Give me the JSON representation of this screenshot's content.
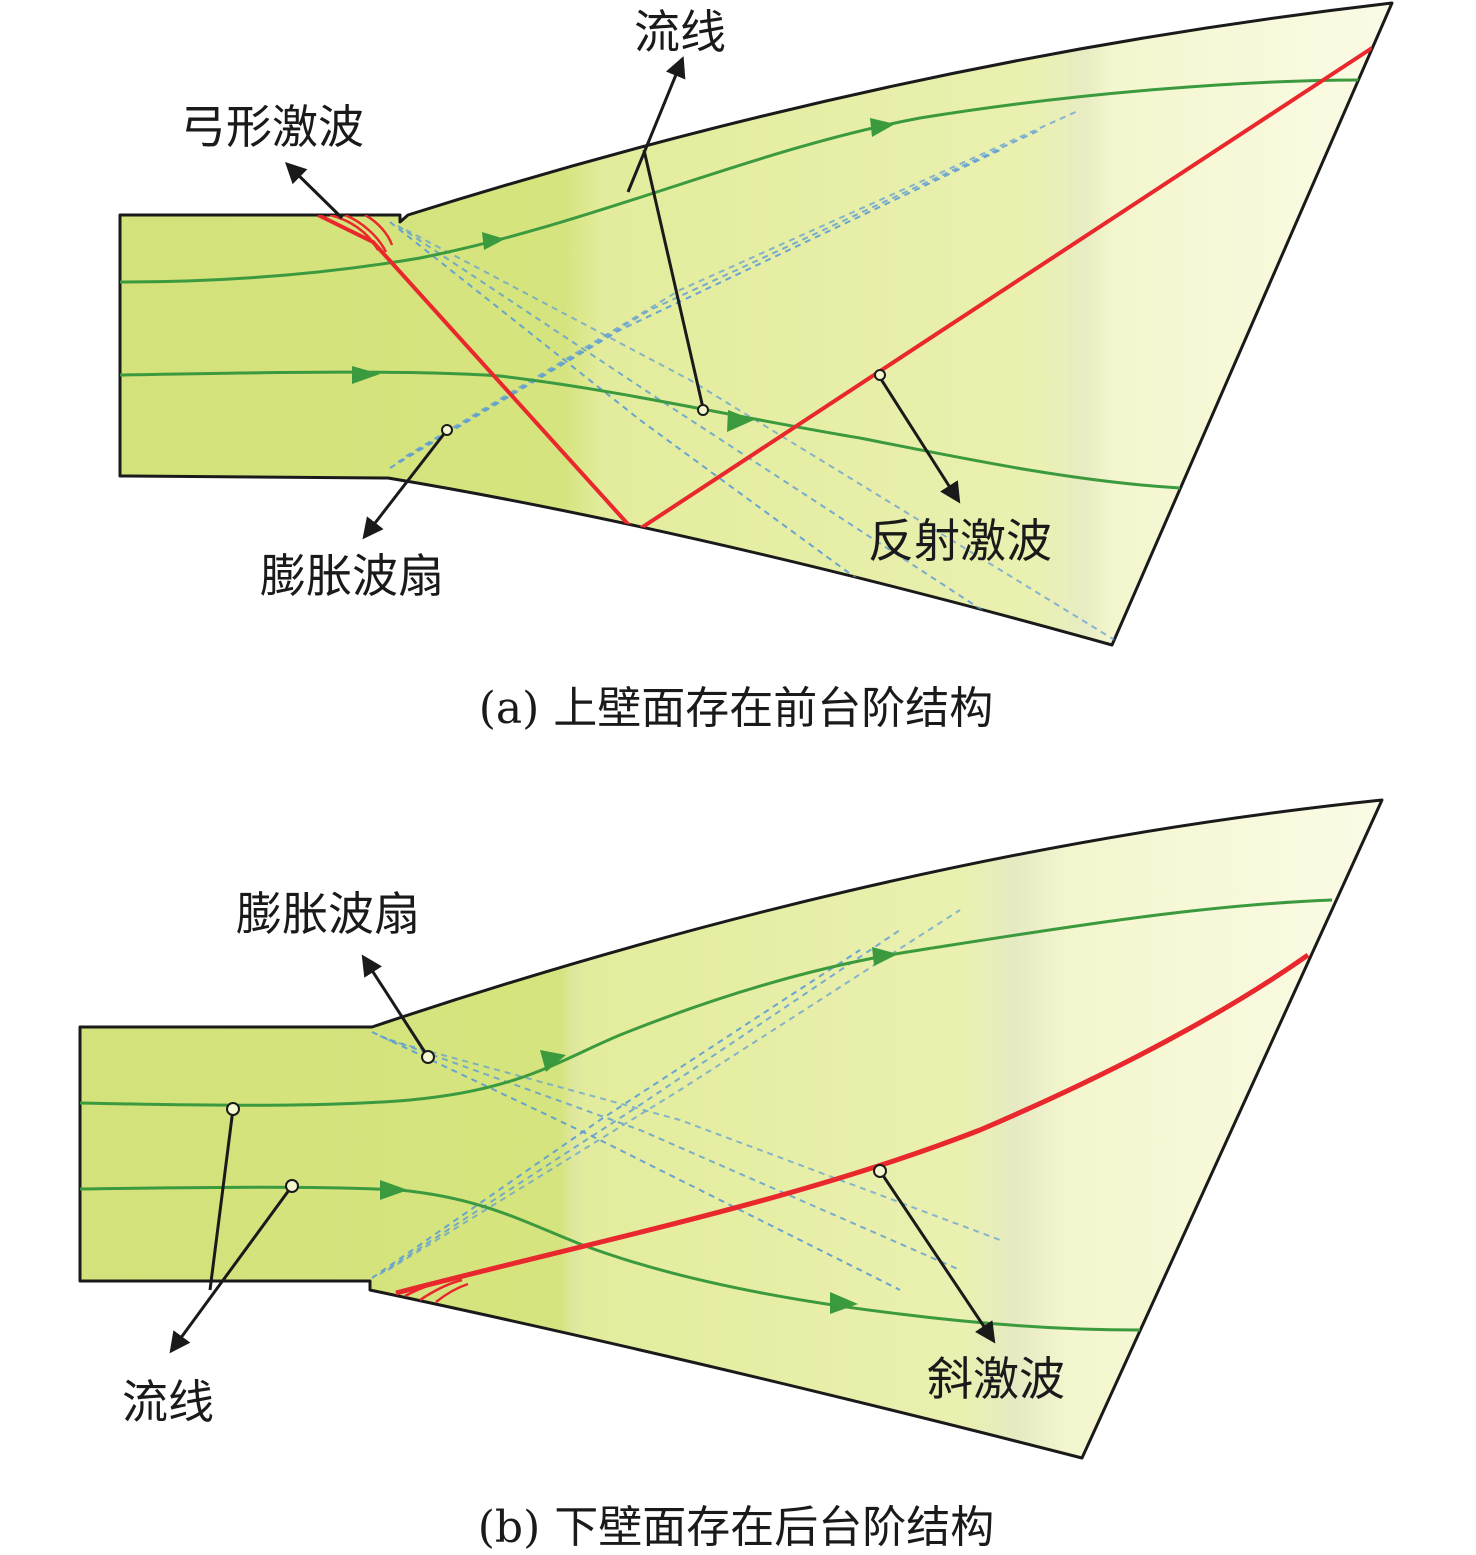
{
  "panels": [
    {
      "id": "a",
      "caption": "(a) 上壁面存在前台阶结构",
      "labels": {
        "streamline": "流线",
        "bow_shock": "弓形激波",
        "expansion_fan": "膨胀波扇",
        "reflected_shock": "反射激波"
      }
    },
    {
      "id": "b",
      "caption": "(b) 下壁面存在后台阶结构",
      "labels": {
        "expansion_fan": "膨胀波扇",
        "streamline": "流线",
        "oblique_shock": "斜激波"
      }
    }
  ],
  "colors": {
    "flow_dark": "#d3e27a",
    "flow_mid": "#e3ec9c",
    "flow_light": "#f5f7cf",
    "streamline": "#3c9a3e",
    "shock": "#e8282d",
    "expansion": "#5b9bd5",
    "outline": "#1a1a1a"
  }
}
